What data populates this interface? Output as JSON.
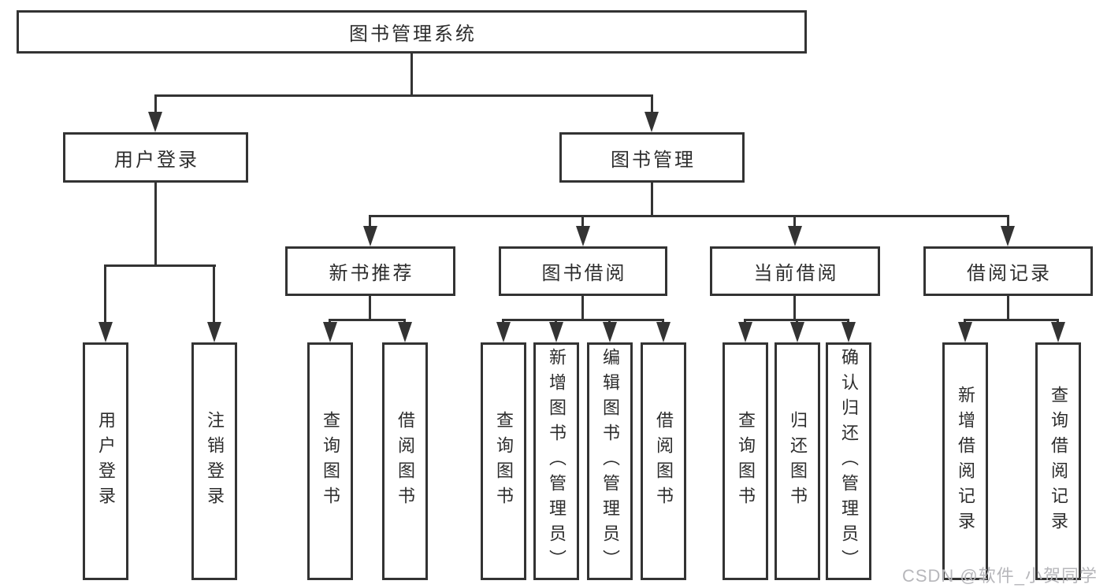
{
  "diagram": {
    "root_label": "图书管理系统",
    "level2": {
      "user_login": "用户登录",
      "book_mgmt": "图书管理"
    },
    "level3": {
      "new_books": "新书推荐",
      "book_borrow": "图书借阅",
      "current_borrow": "当前借阅",
      "borrow_records": "借阅记录"
    },
    "leaves": {
      "user_login_leaf": "用户登录",
      "logout": "注销登录",
      "nb_query": "查询图书",
      "nb_borrow": "借阅图书",
      "bb_query": "查询图书",
      "bb_add": "新增图书（管理员）",
      "bb_edit": "编辑图书（管理员）",
      "bb_borrow": "借阅图书",
      "cb_query": "查询图书",
      "cb_return": "归还图书",
      "cb_confirm": "确认归还（管理员）",
      "br_add": "新增借阅记录",
      "br_query": "查询借阅记录"
    },
    "colors": {
      "line": "#333333",
      "watermark_text": "#b7b7bb"
    }
  },
  "watermark": "CSDN @软件_小贺同学"
}
